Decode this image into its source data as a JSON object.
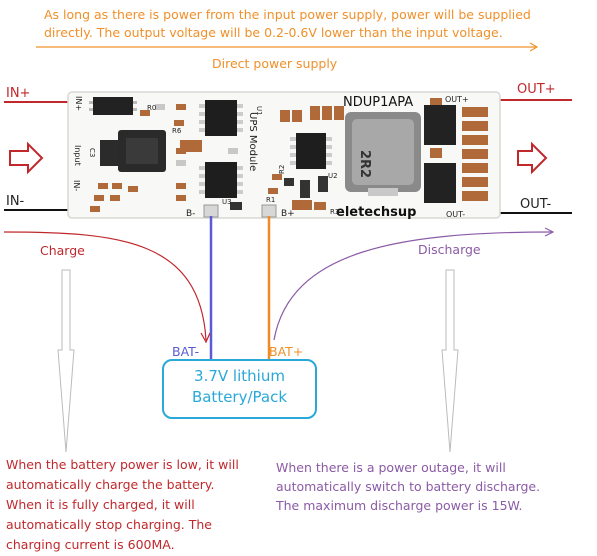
{
  "header": {
    "note_line1": "As long as there is power from the input power supply, power will be supplied",
    "note_line2": "directly. The output voltage will be 0.2-0.6V lower than the input voltage.",
    "direct_label": "Direct power supply"
  },
  "terminals": {
    "in_plus": "IN+",
    "in_minus": "IN-",
    "out_plus": "OUT+",
    "out_minus": "OUT-"
  },
  "board": {
    "model": "NDUP1APA",
    "brand": "eletechsup",
    "module_label": "UPS Module",
    "inductor_marking": "2R2",
    "silk_in_plus": "IN+",
    "silk_input": "Input",
    "silk_in_minus": "IN-",
    "silk_out_plus": "OUT+",
    "silk_out_minus": "OUT-",
    "silk_b_minus": "B-",
    "silk_b_plus": "B+",
    "silk_r0": "R0",
    "silk_r6": "R6",
    "silk_c3": "C3",
    "silk_u1": "U1",
    "silk_u2": "U2",
    "silk_u3": "U3",
    "silk_r1": "R1",
    "silk_r2": "R2",
    "silk_r3": "R3"
  },
  "battery": {
    "bat_minus": "BAT-",
    "bat_plus": "BAT+",
    "line1": "3.7V lithium",
    "line2": "Battery/Pack"
  },
  "charge": {
    "label": "Charge",
    "desc1": "When the battery power is low, it will",
    "desc2": "automatically charge the battery.",
    "desc3": "When it is fully charged, it will",
    "desc4": "automatically stop charging. The",
    "desc5": "charging current is 600MA."
  },
  "discharge": {
    "label": "Discharge",
    "desc1": "When there is a power outage, it will",
    "desc2": "automatically switch to battery discharge.",
    "desc3": "The maximum discharge power is 15W."
  },
  "colors": {
    "orange": "#f0902a",
    "red": "#c0282c",
    "purple": "#8b5ba6",
    "blue_wire": "#5b5bd6",
    "orange_wire": "#f08a24",
    "battery_border": "#2aa8d8"
  }
}
